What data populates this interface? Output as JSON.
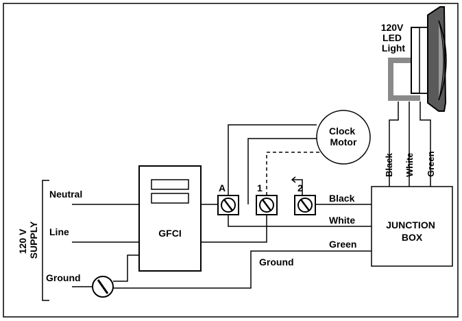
{
  "supply": {
    "label_line1": "120 V",
    "label_line2": "SUPPLY",
    "neutral": "Neutral",
    "line": "Line",
    "ground": "Ground"
  },
  "gfci": {
    "label": "GFCI"
  },
  "terminals": {
    "a": "A",
    "one": "1",
    "two": "2"
  },
  "clock_motor": {
    "line1": "Clock",
    "line2": "Motor"
  },
  "light": {
    "line1": "120V",
    "line2": "LED",
    "line3": "Light"
  },
  "junction_box": {
    "line1": "JUNCTION",
    "line2": "BOX",
    "lead_black": "Black",
    "lead_white": "White",
    "lead_green": "Green"
  },
  "wires": {
    "black": "Black",
    "white": "White",
    "green": "Green",
    "ground": "Ground"
  },
  "colors": {
    "line": "#000000",
    "conduit": "#8a8a8a",
    "fixture_face": "#5a5a5a"
  }
}
